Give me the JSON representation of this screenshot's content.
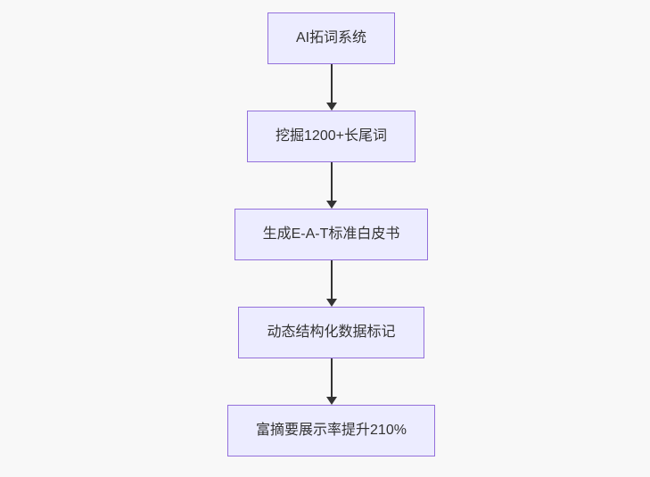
{
  "page": {
    "background_color": "#f8f8f8"
  },
  "flowchart": {
    "type": "flowchart-top-down",
    "node_fill_color": "#ECECFF",
    "node_border_color": "#9370DB",
    "text_color": "#333333",
    "arrow_color": "#333333",
    "nodes": [
      {
        "id": "step-1",
        "label": "AI拓词系统"
      },
      {
        "id": "step-2",
        "label": "挖掘1200+长尾词"
      },
      {
        "id": "step-3",
        "label": "生成E-A-T标准白皮书"
      },
      {
        "id": "step-4",
        "label": "动态结构化数据标记"
      },
      {
        "id": "step-5",
        "label": "富摘要展示率提升210%"
      }
    ],
    "edges": [
      {
        "from": "step-1",
        "to": "step-2"
      },
      {
        "from": "step-2",
        "to": "step-3"
      },
      {
        "from": "step-3",
        "to": "step-4"
      },
      {
        "from": "step-4",
        "to": "step-5"
      }
    ]
  }
}
